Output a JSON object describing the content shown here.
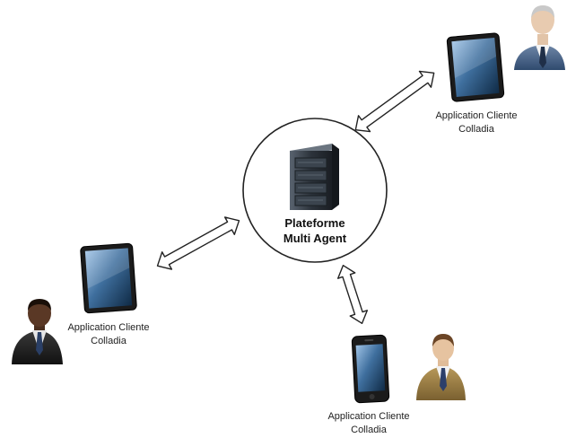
{
  "center": {
    "line1": "Plateforme",
    "line2": "Multi Agent"
  },
  "clients": [
    {
      "line1": "Application Cliente",
      "line2": "Colladia"
    },
    {
      "line1": "Application Cliente",
      "line2": "Colladia"
    },
    {
      "line1": "Application Cliente",
      "line2": "Colladia"
    }
  ]
}
